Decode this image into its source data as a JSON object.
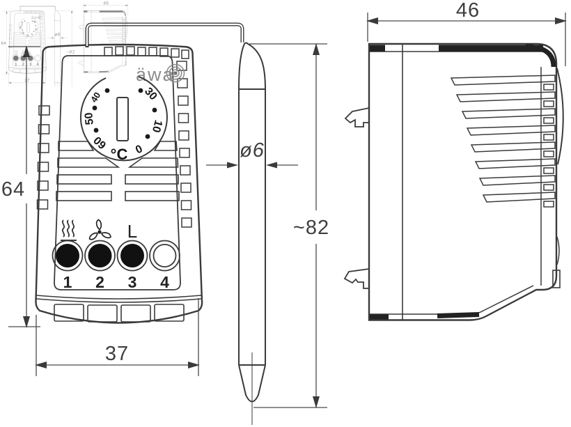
{
  "brand": {
    "name": "äwa"
  },
  "front_view": {
    "dial": {
      "unit": "°C",
      "scale_numbers": [
        "40",
        "50",
        "60",
        "0",
        "10",
        "30"
      ]
    },
    "symbols": {
      "line_label": "L"
    },
    "terminals": [
      "1",
      "2",
      "3",
      "4"
    ]
  },
  "dimensions": {
    "height": "64",
    "width": "37",
    "depth": "46",
    "probe_diameter": "ø6",
    "probe_length": "~82"
  },
  "icons": {
    "heater": "heater-coils-icon",
    "fan": "fan-icon",
    "brand_mark": "target-rings-icon"
  }
}
